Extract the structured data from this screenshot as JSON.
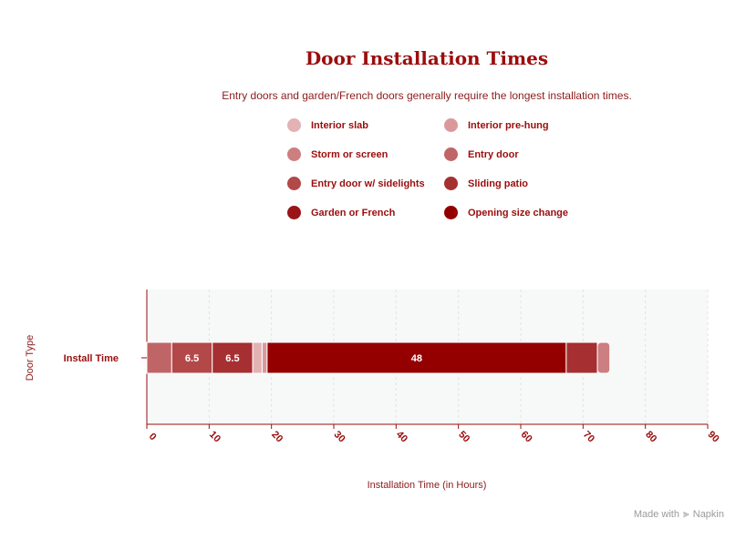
{
  "chart_data": {
    "type": "bar",
    "orientation": "horizontal",
    "stacked": true,
    "title": "Door Installation Times",
    "subtitle": "Entry doors and garden/French doors generally require the longest installation times.",
    "xlabel": "Installation Time (in Hours)",
    "ylabel": "Door Type",
    "categories": [
      "Install Time"
    ],
    "xlim": [
      0,
      90
    ],
    "xticks": [
      0,
      10,
      20,
      30,
      40,
      50,
      60,
      70,
      80,
      90
    ],
    "grid": true,
    "legend_position": "top",
    "series": [
      {
        "name": "Interior slab",
        "values": [
          0
        ],
        "color": "#e2b2b4"
      },
      {
        "name": "Interior pre-hung",
        "values": [
          0
        ],
        "color": "#d9999b"
      },
      {
        "name": "Storm or screen",
        "values": [
          0
        ],
        "color": "#cc7e80"
      },
      {
        "name": "Entry door",
        "values": [
          4
        ],
        "color": "#c06567"
      },
      {
        "name": "Entry door w/ sidelights",
        "values": [
          6.5
        ],
        "color": "#b34849"
      },
      {
        "name": "Sliding patio",
        "values": [
          6.5
        ],
        "color": "#a62f31"
      },
      {
        "name": "Garden or French",
        "values": [
          48
        ],
        "color": "#9a1518"
      },
      {
        "name": "Opening size change",
        "values": [
          0
        ],
        "color": "#940000"
      }
    ],
    "segments": [
      {
        "value": 4,
        "color": "#c06567",
        "label": ""
      },
      {
        "value": 6.5,
        "color": "#b34849",
        "label": "6.5"
      },
      {
        "value": 6.5,
        "color": "#a62f31",
        "label": "6.5"
      },
      {
        "value": 1.5,
        "color": "#e2b2b4",
        "label": ""
      },
      {
        "value": 0.8,
        "color": "#d9999b",
        "label": ""
      },
      {
        "value": 48,
        "color": "#940000",
        "label": "48"
      },
      {
        "value": 5,
        "color": "#a62f31",
        "label": ""
      },
      {
        "value": 2,
        "color": "#cc7e80",
        "label": ""
      }
    ]
  },
  "watermark": {
    "prefix": "Made with",
    "brand": "Napkin",
    "icon": "napkin-logo-icon"
  }
}
